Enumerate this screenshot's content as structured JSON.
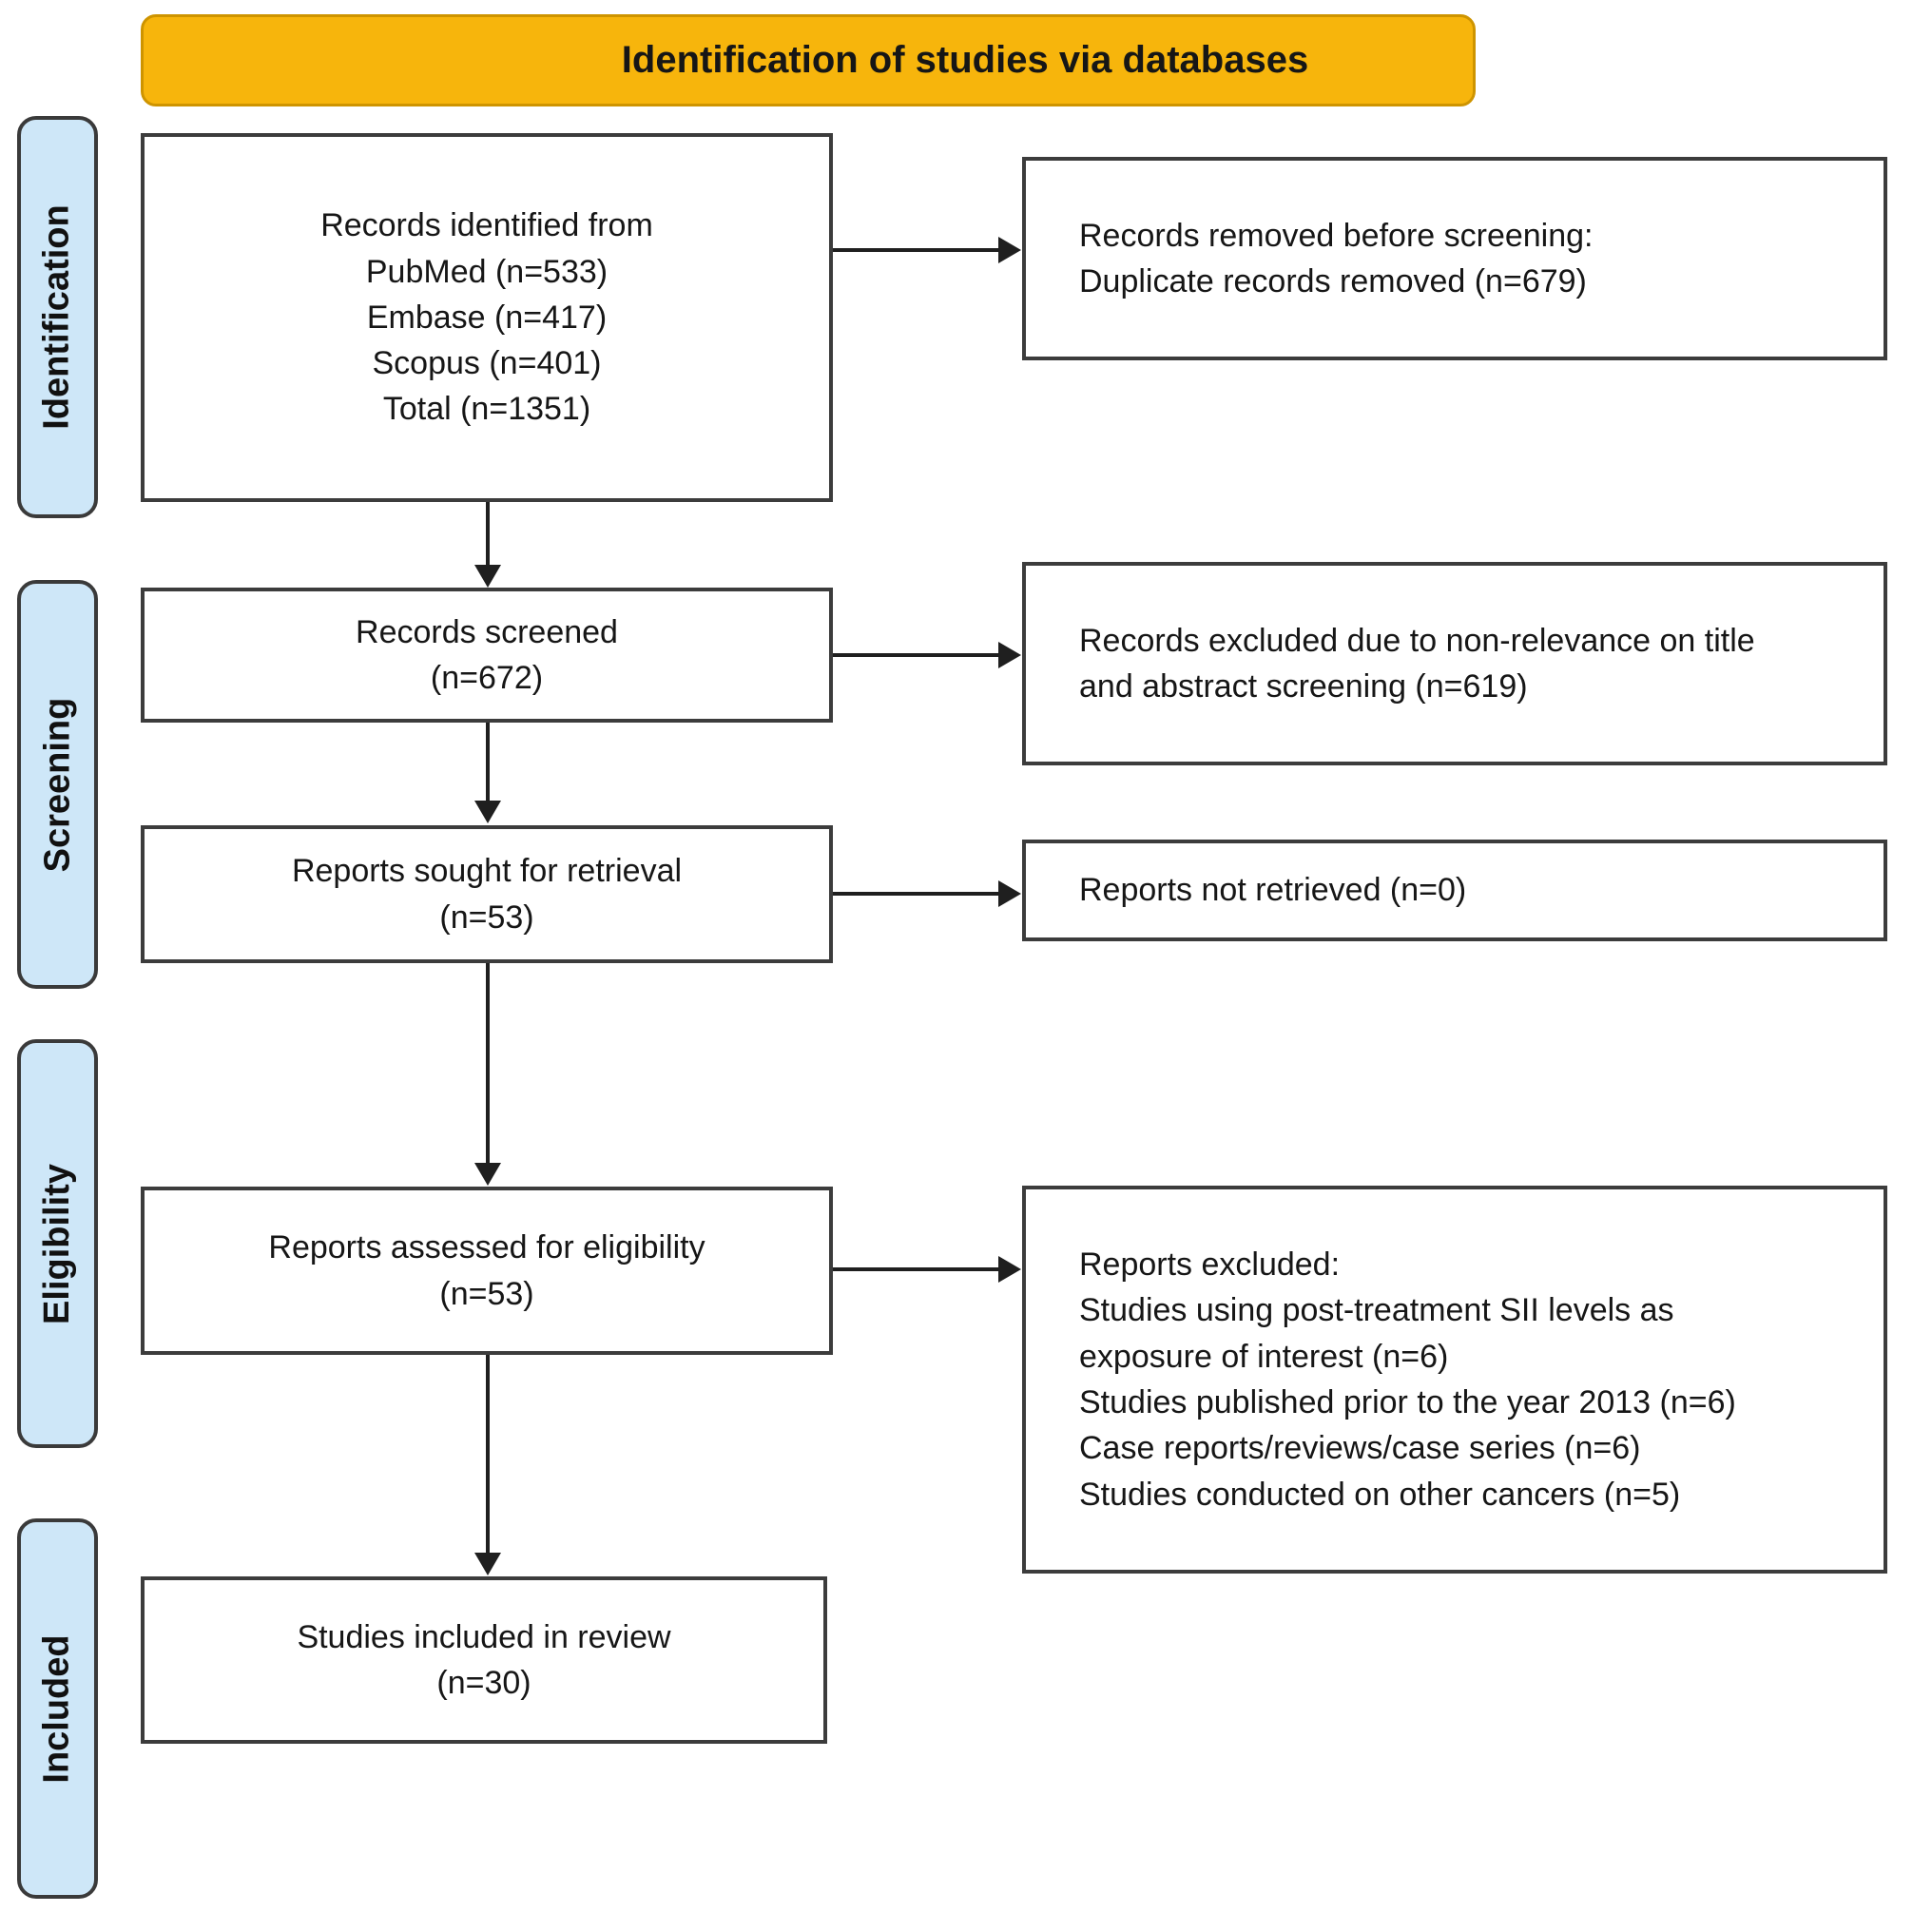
{
  "title": "Identification of studies via databases",
  "colors": {
    "title_bg": "#F7B50C",
    "title_border": "#CE9400",
    "stage_bg": "#CEE7F8",
    "stage_border": "#3a3a3a",
    "box_border": "#3c3c3c",
    "arrow": "#1f1f1f"
  },
  "stages": [
    {
      "label": "Identification"
    },
    {
      "label": "Screening"
    },
    {
      "label": "Eligibility"
    },
    {
      "label": "Included"
    }
  ],
  "boxes": {
    "identified": {
      "lines": [
        "Records identified from",
        "PubMed (n=533)",
        "Embase (n=417)",
        "Scopus (n=401)",
        "Total (n=1351)"
      ]
    },
    "removed": {
      "lines": [
        "Records removed before screening:",
        "Duplicate records removed (n=679)"
      ]
    },
    "screened": {
      "lines": [
        "Records screened",
        "(n=672)"
      ]
    },
    "excluded_screening": {
      "text": "Records excluded due to non-relevance on title and abstract screening (n=619)"
    },
    "sought": {
      "lines": [
        "Reports sought for retrieval",
        "(n=53)"
      ]
    },
    "not_retrieved": {
      "text": "Reports not retrieved (n=0)"
    },
    "assessed": {
      "lines": [
        "Reports assessed for eligibility",
        "(n=53)"
      ]
    },
    "excluded_eligibility": {
      "lines": [
        "Reports excluded:",
        "Studies using post-treatment SII levels as exposure of interest (n=6)",
        "Studies published prior to the year 2013 (n=6)",
        "Case reports/reviews/case series (n=6)",
        "Studies conducted on other cancers (n=5)"
      ]
    },
    "included": {
      "lines": [
        "Studies included in review",
        "(n=30)"
      ]
    }
  }
}
